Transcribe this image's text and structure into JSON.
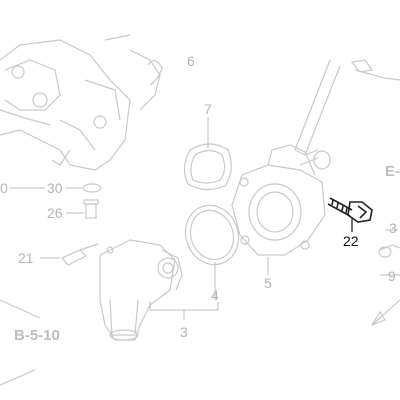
{
  "labels": {
    "p6": "6",
    "p7": "7",
    "p4": "4",
    "p5": "5",
    "p3": "3",
    "p22": "22",
    "p30": "30",
    "p26": "26",
    "p21": "21",
    "p20_partial": "0",
    "p3_right_partial": "3",
    "p9_right_partial": "9"
  },
  "refs": {
    "b510": "B-5-10",
    "e_partial": "E-"
  },
  "colors": {
    "faded": "#bdbdbd",
    "highlight": "#111111"
  }
}
